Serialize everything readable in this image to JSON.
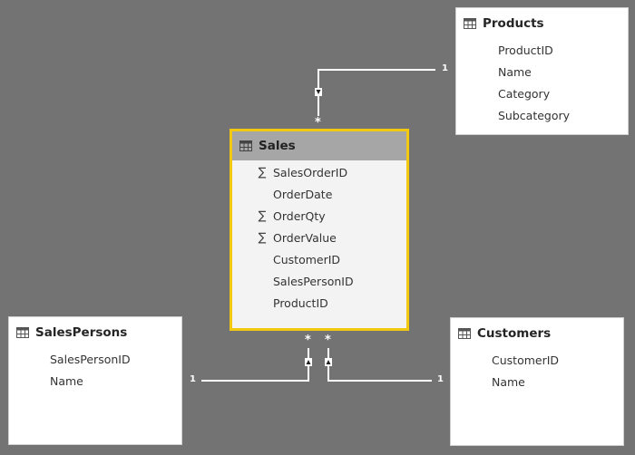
{
  "tables": {
    "products": {
      "title": "Products",
      "fields": [
        {
          "name": "ProductID",
          "sigma": false
        },
        {
          "name": "Name",
          "sigma": false
        },
        {
          "name": "Category",
          "sigma": false
        },
        {
          "name": "Subcategory",
          "sigma": false
        }
      ]
    },
    "sales": {
      "title": "Sales",
      "fields": [
        {
          "name": "SalesOrderID",
          "sigma": true
        },
        {
          "name": "OrderDate",
          "sigma": false
        },
        {
          "name": "OrderQty",
          "sigma": true
        },
        {
          "name": "OrderValue",
          "sigma": true
        },
        {
          "name": "CustomerID",
          "sigma": false
        },
        {
          "name": "SalesPersonID",
          "sigma": false
        },
        {
          "name": "ProductID",
          "sigma": false
        }
      ]
    },
    "salespersons": {
      "title": "SalesPersons",
      "fields": [
        {
          "name": "SalesPersonID",
          "sigma": false
        },
        {
          "name": "Name",
          "sigma": false
        }
      ]
    },
    "customers": {
      "title": "Customers",
      "fields": [
        {
          "name": "CustomerID",
          "sigma": false
        },
        {
          "name": "Name",
          "sigma": false
        }
      ]
    }
  },
  "relationships": {
    "products_sales": {
      "one": "1",
      "many": "*"
    },
    "salespersons_sales": {
      "one": "1",
      "many": "*"
    },
    "customers_sales": {
      "one": "1",
      "many": "*"
    }
  },
  "sigma_symbol": "∑",
  "colors": {
    "background": "#737373",
    "selected_border": "#f2c811",
    "selected_header": "#a6a6a6",
    "line": "#ffffff"
  }
}
